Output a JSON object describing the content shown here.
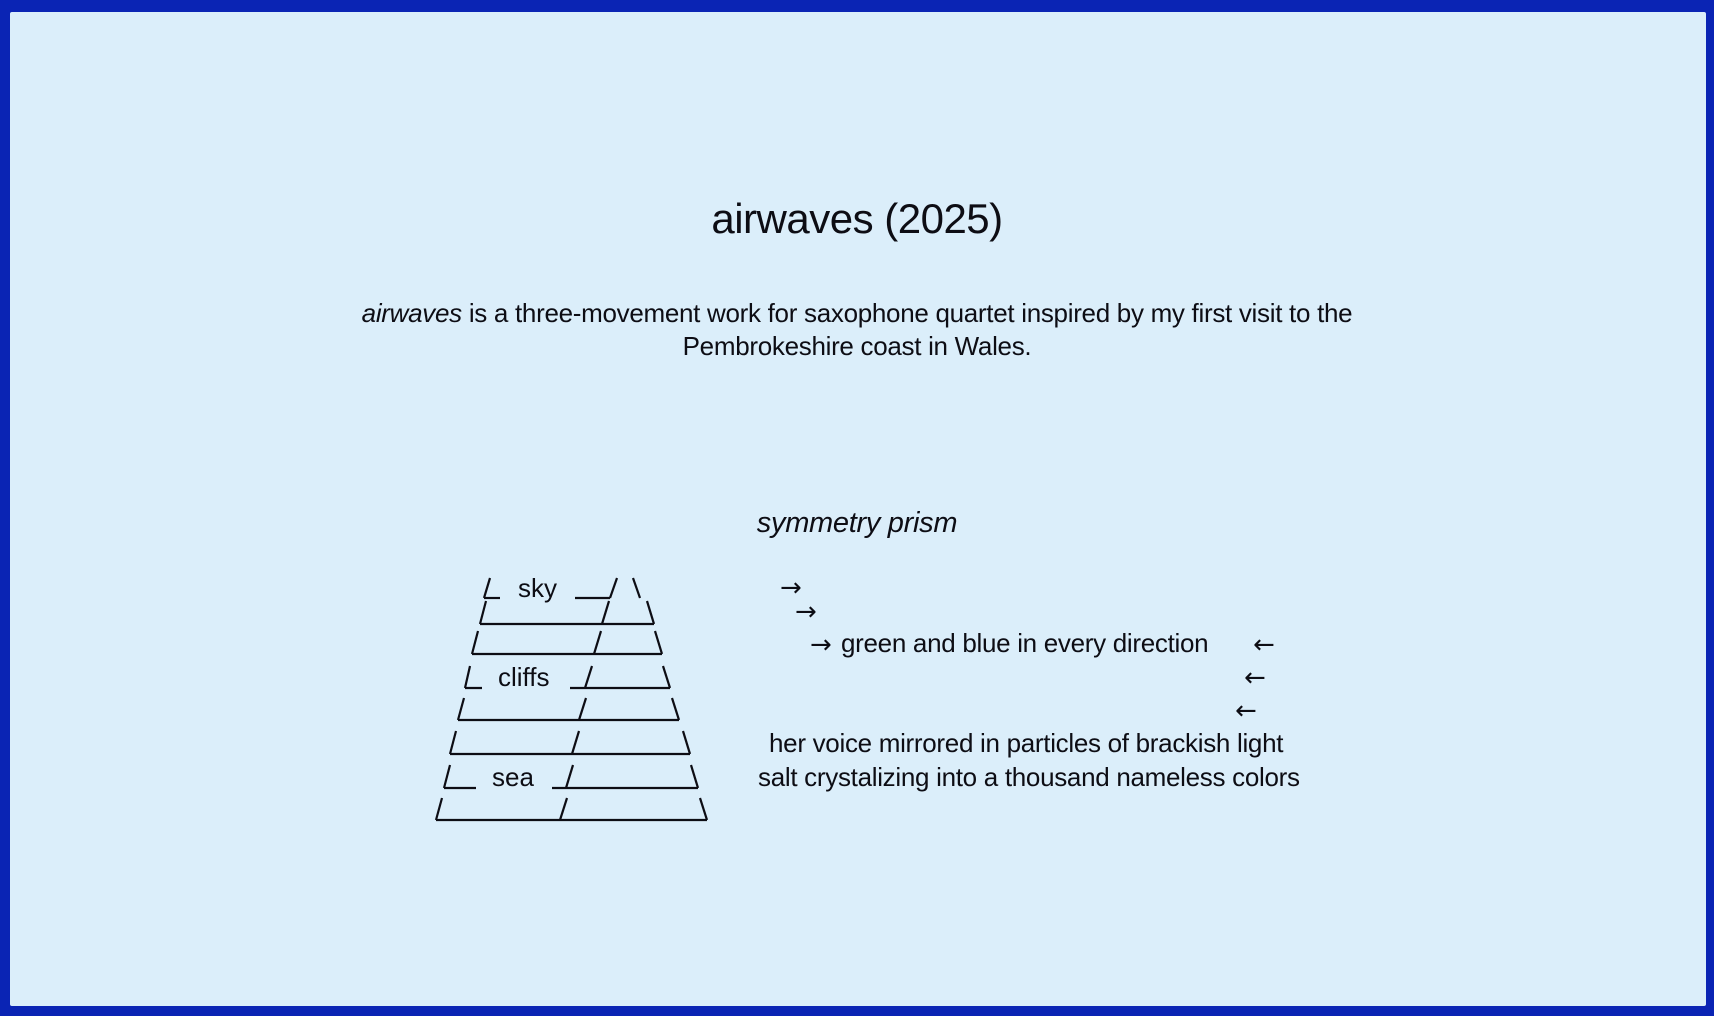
{
  "page": {
    "title": "airwaves (2025)",
    "description_italic": "airwaves",
    "description_line1_rest": "is a three-movement work for saxophone quartet inspired by my first visit to the",
    "description_line2": "Pembrokeshire coast in Wales."
  },
  "poem": {
    "title": "symmetry prism",
    "prism_labels": {
      "sky": "sky",
      "cliffs": "cliffs",
      "sea": "sea"
    },
    "arrow_right": "→",
    "arrow_left": "←",
    "line_direction": "green and blue in every direction",
    "line_voice": "her voice mirrored in particles of brackish light",
    "line_salt": "salt crystalizing into a thousand nameless colors"
  },
  "colors": {
    "frame": "#0a24b4",
    "background": "#dbeefa",
    "ink": "#0d0d14"
  }
}
